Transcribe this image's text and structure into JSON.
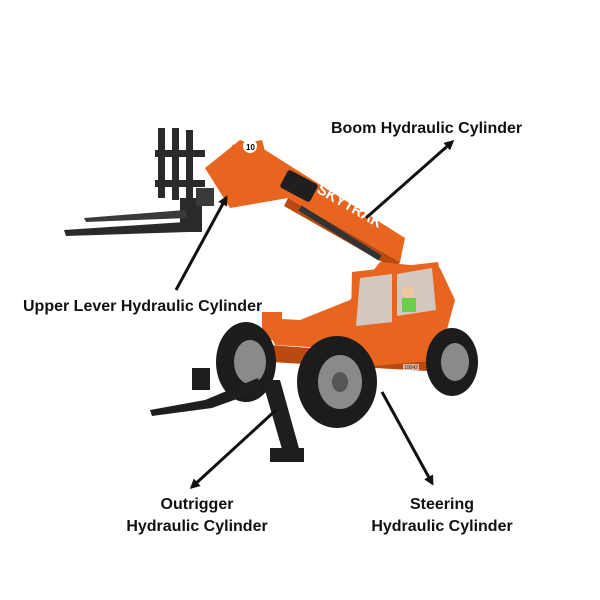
{
  "labels": {
    "boom": "Boom Hydraulic Cylinder",
    "upper_lever": "Upper Lever Hydraulic Cylinder",
    "outrigger_line1": "Outrigger",
    "outrigger_line2": "Hydraulic Cylinder",
    "steering_line1": "Steering",
    "steering_line2": "Hydraulic Cylinder"
  },
  "machine": {
    "brand": "SKYTRAK",
    "boom_tag": "10",
    "model": "10042"
  },
  "colors": {
    "body": "#e8651f",
    "body_dark": "#b84a12",
    "tire": "#1c1c1c",
    "rim": "#8a8a8a",
    "fork": "#2a2a2a",
    "arrow": "#111111",
    "glass": "#cfd8dc"
  }
}
